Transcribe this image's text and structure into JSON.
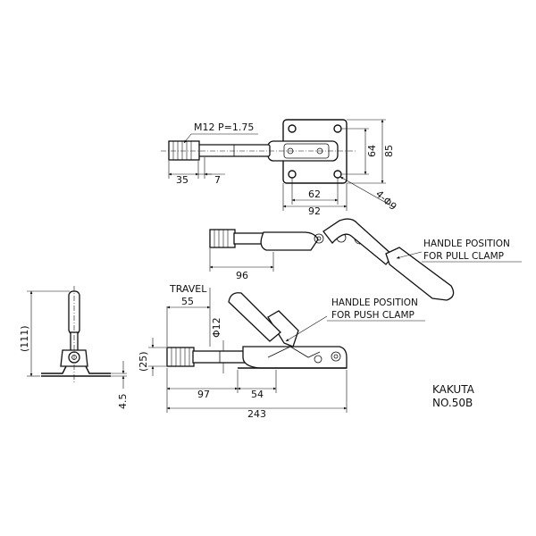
{
  "top_view": {
    "thread_label": "M12 P=1.75",
    "dim_35": "35",
    "dim_7": "7",
    "dim_64": "64",
    "dim_85": "85",
    "dim_62": "62",
    "dim_92": "92",
    "hole_label": "4-Φ9"
  },
  "pull_view": {
    "dim_96": "96",
    "note_line1": "HANDLE POSITION",
    "note_line2": "FOR PULL CLAMP"
  },
  "push_view": {
    "travel_label": "TRAVEL",
    "dim_55": "55",
    "phi12": "Φ12",
    "dim_25": "(25)",
    "dim_97": "97",
    "dim_54": "54",
    "dim_243": "243",
    "note_line1": "HANDLE POSITION",
    "note_line2": "FOR PUSH CLAMP"
  },
  "side_view": {
    "dim_111": "(111)",
    "dim_4_5": "4.5"
  },
  "title_block": {
    "maker": "KAKUTA",
    "model": "NO.50B"
  }
}
